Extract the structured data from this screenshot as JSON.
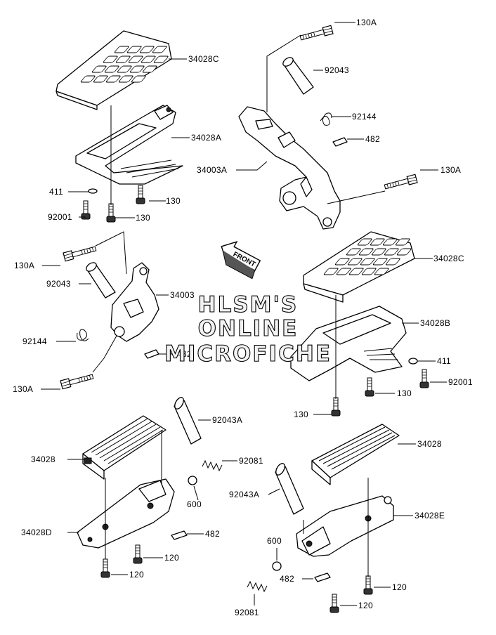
{
  "watermark": [
    "HLSM'S",
    "ONLINE",
    "MICROFICHE"
  ],
  "front_marker": "FRONT",
  "labels": {
    "l_130A_top": "130A",
    "l_34028C_top": "34028C",
    "l_92043_top": "92043",
    "l_92144_top": "92144",
    "l_482_top": "482",
    "l_34028A": "34028A",
    "l_34003A": "34003A",
    "l_130A_right": "130A",
    "l_411_left": "411",
    "l_130_left_a": "130",
    "l_92001_left": "92001",
    "l_130_left_b": "130",
    "l_130A_mid": "130A",
    "l_92043_mid": "92043",
    "l_34003": "34003",
    "l_92144_mid": "92144",
    "l_482_mid": "482",
    "l_130A_mid_low": "130A",
    "l_34028C_right": "34028C",
    "l_34028B": "34028B",
    "l_411_right": "411",
    "l_92001_right": "92001",
    "l_130_right_a": "130",
    "l_130_right_b": "130",
    "l_92043A_left": "92043A",
    "l_92081_left": "92081",
    "l_34028_left": "34028",
    "l_600_left": "600",
    "l_34028D": "34028D",
    "l_482_bottom_left": "482",
    "l_120_a": "120",
    "l_120_b": "120",
    "l_34028_right": "34028",
    "l_92043A_right": "92043A",
    "l_34028E": "34028E",
    "l_600_right": "600",
    "l_482_bottom_right": "482",
    "l_120_c": "120",
    "l_120_d": "120",
    "l_92081_right": "92081"
  }
}
